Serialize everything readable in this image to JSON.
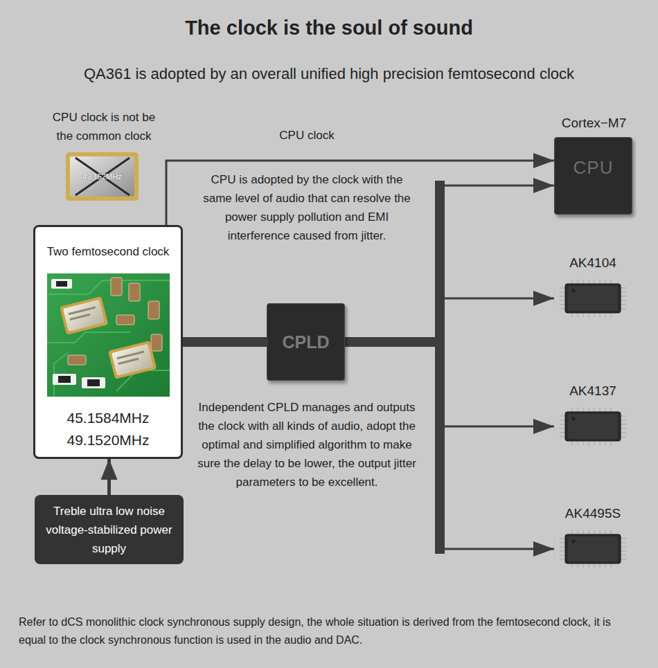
{
  "diagram": {
    "title": "The clock is the soul of sound",
    "caption": "Refer to dCS monolithic clock synchronous supply design, the whole situation is derived from the femtosecond clock, it is equal to the clock synchronous function is used in the audio and DAC.",
    "nodes": [
      {
        "text": [
          "CPU clock is not be the common clock",
          "49.152MHz"
        ]
      },
      {
        "text": [
          "Cortex−M7",
          "CPU"
        ]
      },
      {
        "text": [
          "Two femtosecond clock",
          "45.1584MHz",
          "49.1520MHz"
        ]
      },
      {
        "text": [
          "CPLD"
        ]
      },
      {
        "text": [
          "AK4104"
        ]
      },
      {
        "text": [
          "AK4137"
        ]
      },
      {
        "text": [
          "AK4495S"
        ]
      },
      {
        "text": [
          "Treble ultra low noise voltage-stabilized power supply"
        ]
      }
    ],
    "edges": [
      {
        "from": 2,
        "to": 1,
        "label": "CPU clock",
        "arrow": "to"
      },
      {
        "from": 2,
        "to": 3,
        "arrow": "none"
      },
      {
        "from": 3,
        "to": 1,
        "arrow": "to"
      },
      {
        "from": 3,
        "to": 4,
        "arrow": "to"
      },
      {
        "from": 3,
        "to": 5,
        "arrow": "to"
      },
      {
        "from": 3,
        "to": 6,
        "arrow": "to"
      },
      {
        "from": 7,
        "to": 2,
        "arrow": "to"
      }
    ],
    "labels": [
      "QA361 is adopted by an overall unified high precision femtosecond clock",
      "CPU is adopted by the clock with the same level of audio that can resolve the power supply pollution and EMI interference caused from jitter.",
      "Independent CPLD manages and outputs the clock with all kinds of audio, adopt the optimal and simplified algorithm to make sure the delay to be lower, the output jitter parameters to be excellent."
    ]
  }
}
